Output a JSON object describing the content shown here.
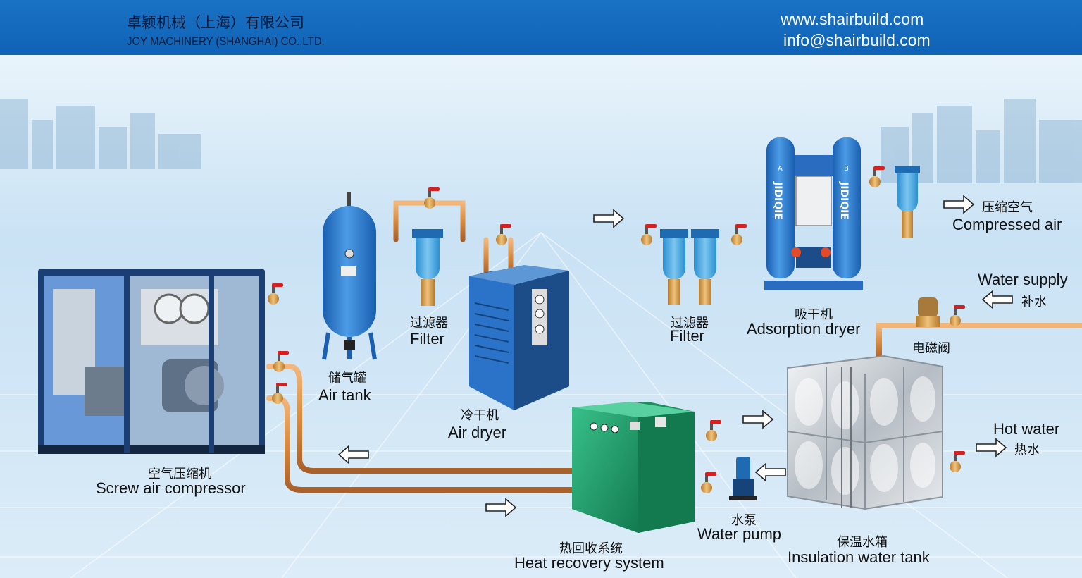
{
  "header": {
    "company_cn": "卓颖机械（上海）有限公司",
    "company_en": "JOY MACHINERY (SHANGHAI) CO.,LTD.",
    "website": "www.shairbuild.com",
    "email": "info@shairbuild.com"
  },
  "labels": {
    "compressor_cn": "空气压缩机",
    "compressor_en": "Screw air compressor",
    "air_tank_cn": "储气罐",
    "air_tank_en": "Air tank",
    "filter1_cn": "过滤器",
    "filter1_en": "Filter",
    "air_dryer_cn": "冷干机",
    "air_dryer_en": "Air dryer",
    "filter2_cn": "过滤器",
    "filter2_en": "Filter",
    "adsorption_cn": "吸干机",
    "adsorption_en": "Adsorption dryer",
    "compressed_cn": "压缩空气",
    "compressed_en": "Compressed air",
    "water_supply_en": "Water supply",
    "water_supply_cn": "补水",
    "solenoid_cn": "电磁阀",
    "hot_water_en": "Hot water",
    "hot_water_cn": "热水",
    "heat_recovery_cn": "热回收系统",
    "heat_recovery_en": "Heat recovery system",
    "pump_cn": "水泵",
    "pump_en": "Water pump",
    "tank_cn": "保温水箱",
    "tank_en": "Insulation water tank",
    "dryer_tower_a": "A",
    "dryer_tower_b": "B",
    "dryer_brand": "JIDIQIE"
  },
  "colors": {
    "header": "#1268bb",
    "pipe": "#d98a3d",
    "valve": "#d62020",
    "equipment_blue": "#2a7ed0",
    "heat_recovery_green": "#1fa06a"
  }
}
